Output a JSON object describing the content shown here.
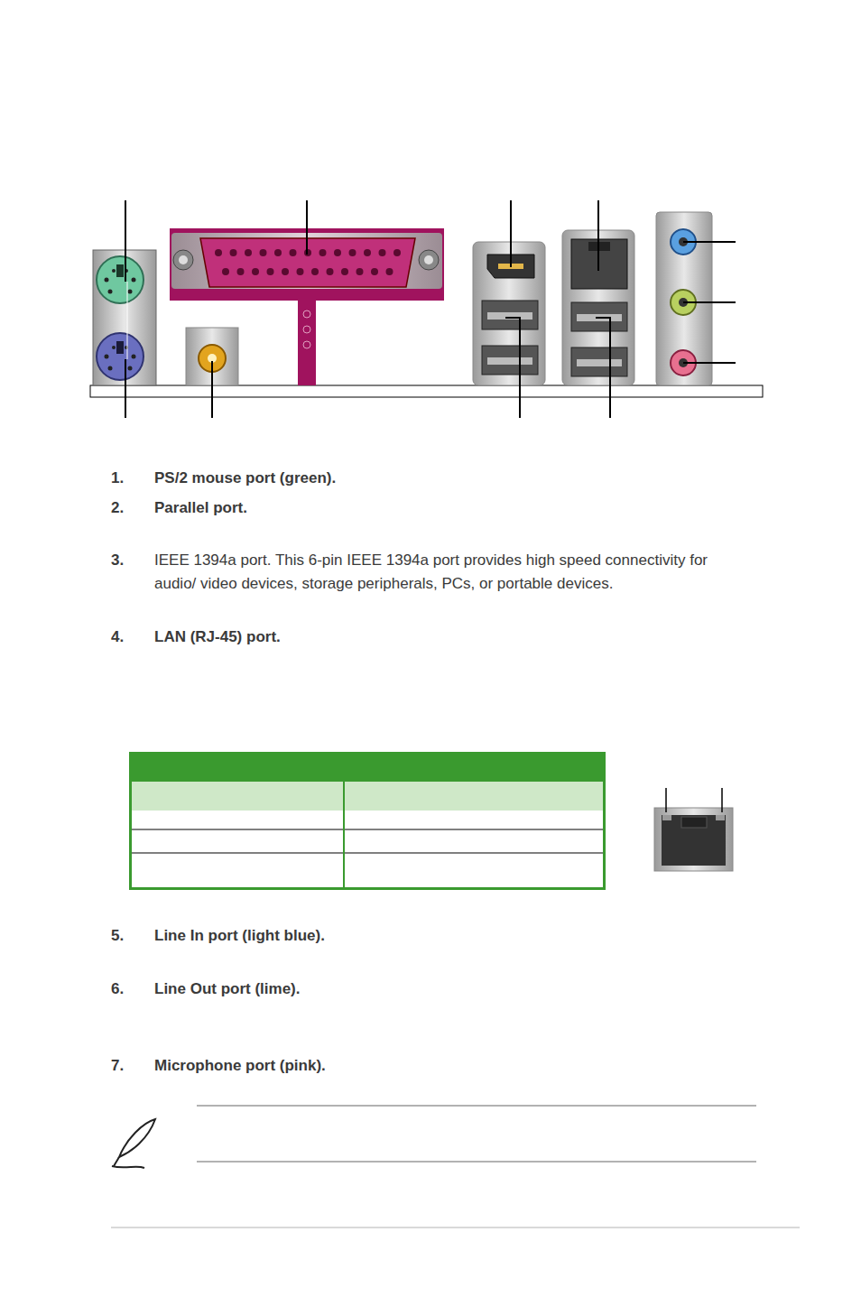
{
  "diagram": {
    "labels": [
      "1.",
      "PS/2 mouse port (green).",
      "2.",
      "Parallel port.",
      "3.",
      "IEEE 1394a port. This 6-pin IEEE 1394a port provides high speed connectivity for audio/ video devices, storage peripherals, PCs, or portable devices.",
      "4.",
      "LAN (RJ-45) port.",
      "5.",
      "Line In port (light blue).",
      "6.",
      "Line Out port (lime).",
      "7.",
      "Microphone port (pink)."
    ]
  }
}
